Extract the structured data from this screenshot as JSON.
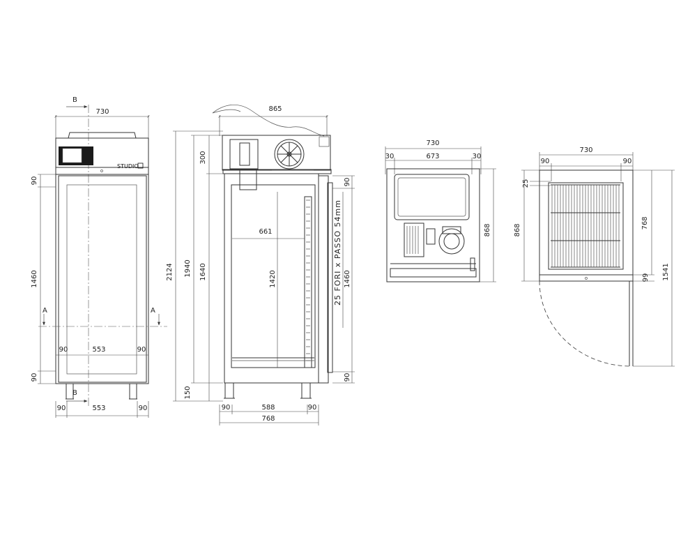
{
  "brand": "STUDIO",
  "front": {
    "width": "730",
    "top_margin": "90",
    "door_h": "1460",
    "bottom_margin": "90",
    "inner_left": "90",
    "inner_width": "553",
    "inner_right": "90",
    "feet_left": "90",
    "feet_width": "553",
    "feet_right": "90",
    "section_b": "B",
    "section_a": "A"
  },
  "side": {
    "depth": "865",
    "total_h": "2124",
    "body_h": "1940",
    "inner_h": "1640",
    "compressor_h": "300",
    "feet_h": "150",
    "inner_depth": "661",
    "rail_h": "1420",
    "slot_h": "1460",
    "slot_top": "90",
    "slot_bottom": "90",
    "feet_left": "90",
    "feet_mid": "588",
    "feet_right": "90",
    "base_depth": "768",
    "holes_text": "25 FORI x PASSO 54mm"
  },
  "top_view": {
    "width": "730",
    "left": "30",
    "inner": "673",
    "right": "30",
    "depth": "868"
  },
  "plan_view": {
    "width": "730",
    "left": "90",
    "right": "90",
    "gap": "25",
    "inner_depth": "768",
    "depth": "868",
    "door_gap": "99",
    "swing": "1541"
  }
}
